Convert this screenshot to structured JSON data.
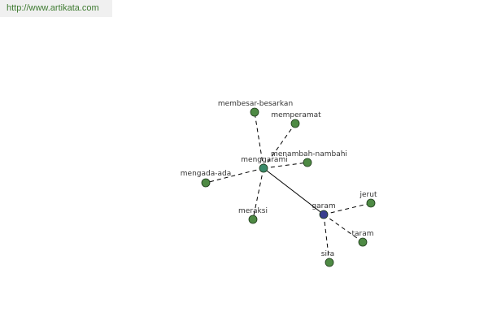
{
  "banner": {
    "url_text": "http://www.artikata.com"
  },
  "colors": {
    "leaf_node": "#4e8a44",
    "hub_node": "#3a8a6a",
    "root_node": "#3a3f8f",
    "node_stroke": "#1e3a1a",
    "dashed_edge": "#000000",
    "solid_edge": "#000000"
  },
  "graph": {
    "nodes": [
      {
        "id": "menggarami",
        "label": "menggarami",
        "kind": "hub"
      },
      {
        "id": "garam",
        "label": "garam",
        "kind": "root"
      },
      {
        "id": "membesar-besarkan",
        "label": "membesar-besarkan",
        "kind": "leaf"
      },
      {
        "id": "memperamat",
        "label": "memperamat",
        "kind": "leaf"
      },
      {
        "id": "menambah-nambahi",
        "label": "menambah-nambahi",
        "kind": "leaf"
      },
      {
        "id": "mengada-ada",
        "label": "mengada-ada",
        "kind": "leaf"
      },
      {
        "id": "meraksi",
        "label": "meraksi",
        "kind": "leaf"
      },
      {
        "id": "jerut",
        "label": "jerut",
        "kind": "leaf"
      },
      {
        "id": "taram",
        "label": "taram",
        "kind": "leaf"
      },
      {
        "id": "sira",
        "label": "sira",
        "kind": "leaf"
      }
    ],
    "edges": [
      {
        "from": "menggarami",
        "to": "garam",
        "style": "solid"
      },
      {
        "from": "menggarami",
        "to": "membesar-besarkan",
        "style": "dashed"
      },
      {
        "from": "menggarami",
        "to": "memperamat",
        "style": "dashed"
      },
      {
        "from": "menggarami",
        "to": "menambah-nambahi",
        "style": "dashed"
      },
      {
        "from": "menggarami",
        "to": "mengada-ada",
        "style": "dashed"
      },
      {
        "from": "menggarami",
        "to": "meraksi",
        "style": "dashed"
      },
      {
        "from": "garam",
        "to": "jerut",
        "style": "dashed"
      },
      {
        "from": "garam",
        "to": "taram",
        "style": "dashed"
      },
      {
        "from": "garam",
        "to": "sira",
        "style": "dashed"
      }
    ]
  }
}
